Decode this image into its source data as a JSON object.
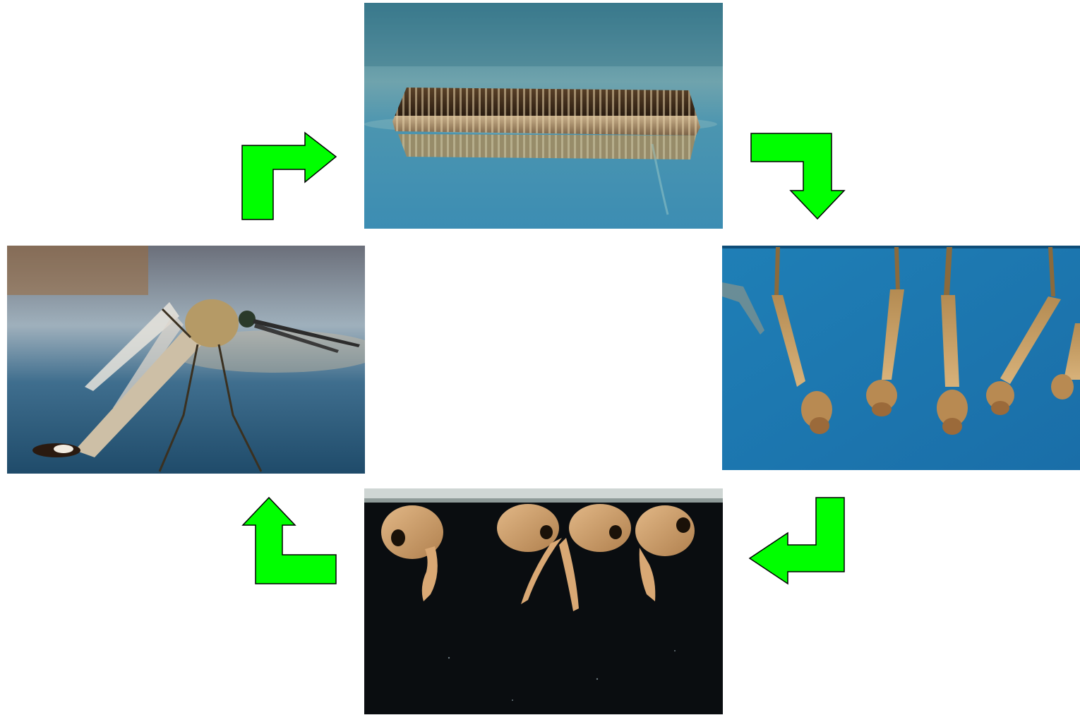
{
  "diagram": {
    "type": "cycle",
    "stages": [
      {
        "id": "eggs",
        "icon": "egg-raft-photo"
      },
      {
        "id": "larvae",
        "icon": "larvae-photo"
      },
      {
        "id": "pupae",
        "icon": "pupae-photo"
      },
      {
        "id": "adult",
        "icon": "adult-mosquito-photo"
      }
    ],
    "arrows": [
      {
        "from": "eggs",
        "to": "larvae",
        "icon": "turn-down-arrow-icon"
      },
      {
        "from": "larvae",
        "to": "pupae",
        "icon": "turn-left-arrow-icon"
      },
      {
        "from": "pupae",
        "to": "adult",
        "icon": "turn-up-arrow-icon"
      },
      {
        "from": "adult",
        "to": "eggs",
        "icon": "turn-right-arrow-icon"
      }
    ],
    "arrow_color": "#00ff00",
    "arrow_outline_color": "#000000"
  }
}
